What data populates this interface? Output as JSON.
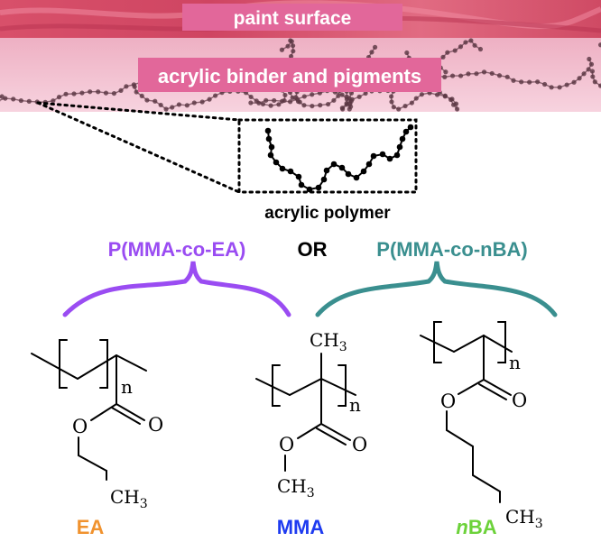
{
  "banner": {
    "surface_label": "paint surface",
    "binder_label": "acrylic binder and pigments"
  },
  "inset": {
    "polymer_label": "acrylic polymer"
  },
  "copolymers": {
    "left_label": "P(MMA-co-EA)",
    "connector": "OR",
    "right_label": "P(MMA-co-nBA)"
  },
  "monomers": {
    "ea": {
      "name": "EA"
    },
    "mma": {
      "name": "MMA"
    },
    "nba": {
      "name_prefix": "n",
      "name_suffix": "BA"
    }
  },
  "atoms": {
    "oxygen": "O",
    "carbon": "CH",
    "three": "3",
    "repeat": "n"
  },
  "colors": {
    "surface_band": "#d9556f",
    "binder_band": "#f3bfd0",
    "label_bg": "#e2679a",
    "label_text": "#ffffff",
    "purple": "#9a4cf2",
    "teal": "#3a8f8f",
    "orange": "#f0922e",
    "blue": "#1e3bf0",
    "green": "#6cd23a",
    "ink": "#000000"
  }
}
